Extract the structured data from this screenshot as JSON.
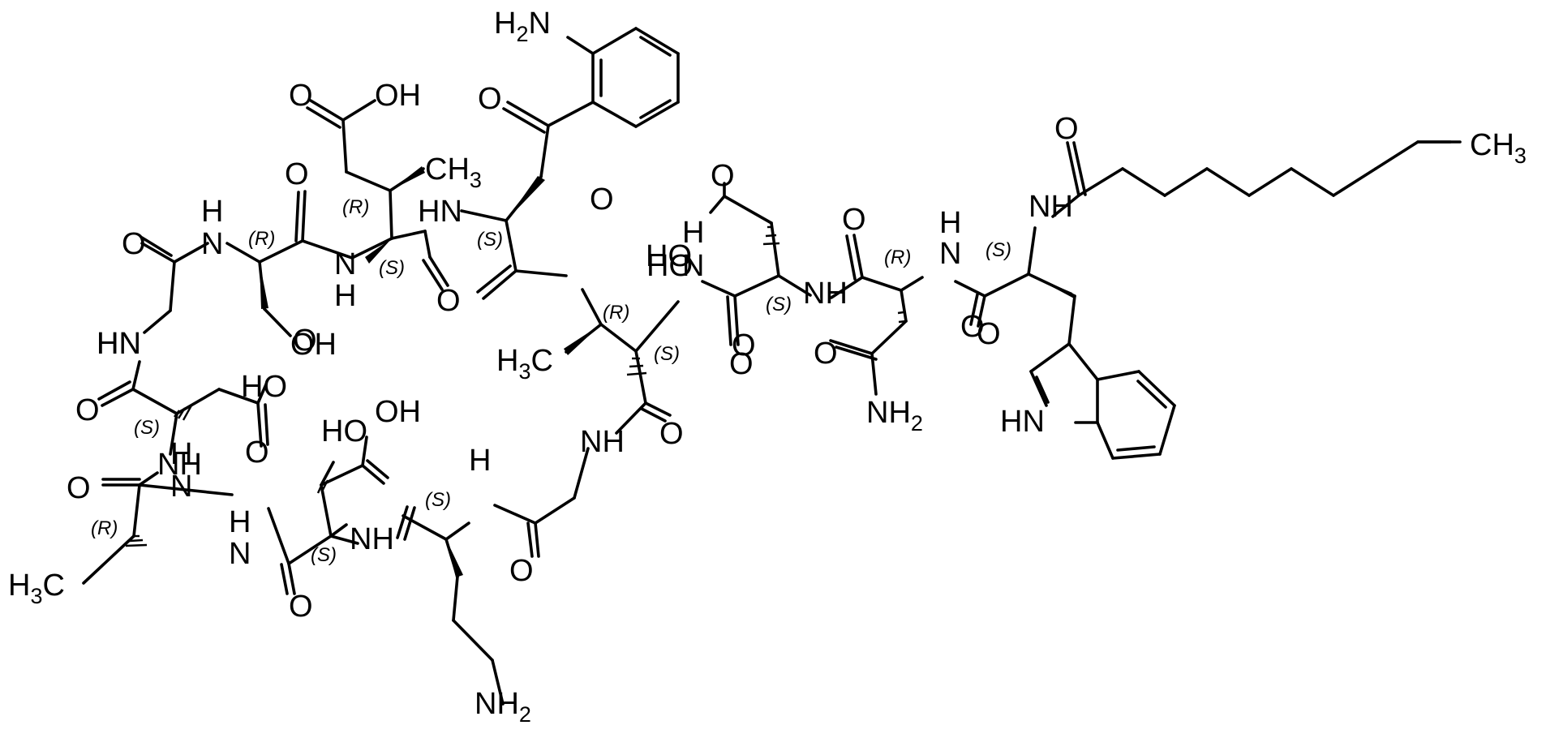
{
  "molecule": {
    "atom_labels": [
      "H2N",
      "O",
      "O",
      "OH",
      "CH3",
      "HN",
      "O",
      "H",
      "N",
      "O",
      "N",
      "H",
      "O",
      "O",
      "H",
      "N",
      "N",
      "H",
      "HN",
      "OH",
      "HN",
      "O",
      "HO",
      "HO",
      "NH",
      "HO",
      "O",
      "O",
      "O",
      "O",
      "NH",
      "H",
      "NH",
      "H3C",
      "O",
      "HO",
      "O",
      "O",
      "O",
      "NH2",
      "O",
      "OH",
      "O",
      "NH",
      "O",
      "H",
      "N",
      "H",
      "N",
      "NH2",
      "HN",
      "H3C",
      "O",
      "NH",
      "O",
      "O",
      "CH3"
    ],
    "stereo_labels": [
      "(R)",
      "(R)",
      "(S)",
      "(S)",
      "(S)",
      "(R)",
      "(S)",
      "(S)",
      "(R)",
      "(S)",
      "(S)",
      "(R)",
      "(S)"
    ]
  }
}
